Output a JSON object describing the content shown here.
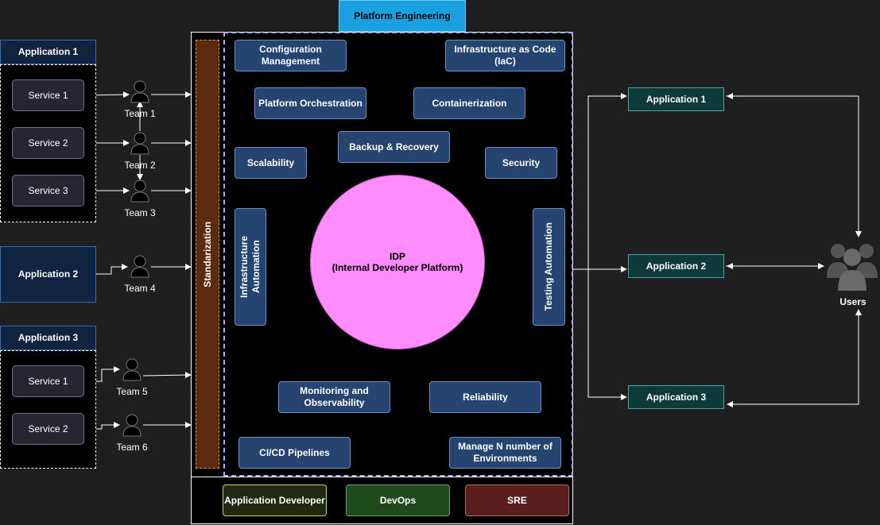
{
  "banner": {
    "label": "Platform Engineering",
    "color": "#1ba1e2"
  },
  "left": {
    "app1": {
      "title": "Application 1",
      "services": [
        "Service 1",
        "Service 2",
        "Service 3"
      ]
    },
    "app2": {
      "title": "Application 2"
    },
    "app3": {
      "title": "Application 3",
      "services": [
        "Service 1",
        "Service 2"
      ]
    }
  },
  "teams": [
    "Team 1",
    "Team 2",
    "Team 3",
    "Team 4",
    "Team 5",
    "Team 6"
  ],
  "standardization": {
    "label": "Standarization",
    "color": "#5c2a0e"
  },
  "platform": {
    "features": {
      "config": "Configuration Management",
      "iac": "Infrastructure as Code (IaC)",
      "orchestration": "Platform Orchestration",
      "containerization": "Containerization",
      "backup": "Backup & Recovery",
      "scalability": "Scalability",
      "security": "Security",
      "infra_automation": "Infrastructure Automation",
      "testing_automation": "Testing Automation",
      "monitoring": "Monitoring and Observability",
      "reliability": "Reliability",
      "cicd": "CI/CD Pipelines",
      "environments": "Manage N number of Environments"
    },
    "idp": {
      "line1": "IDP",
      "line2": "(Internal Developer Platform)",
      "color": "#ff8cff"
    }
  },
  "roles": {
    "app_dev": {
      "label": "Application Developer",
      "color": "#1f2a10"
    },
    "devops": {
      "label": "DevOps",
      "color": "#1e4a1e"
    },
    "sre": {
      "label": "SRE",
      "color": "#5a1e1e"
    }
  },
  "right": {
    "apps": [
      "Application 1",
      "Application 2",
      "Application 3"
    ]
  },
  "users": {
    "label": "Users"
  }
}
